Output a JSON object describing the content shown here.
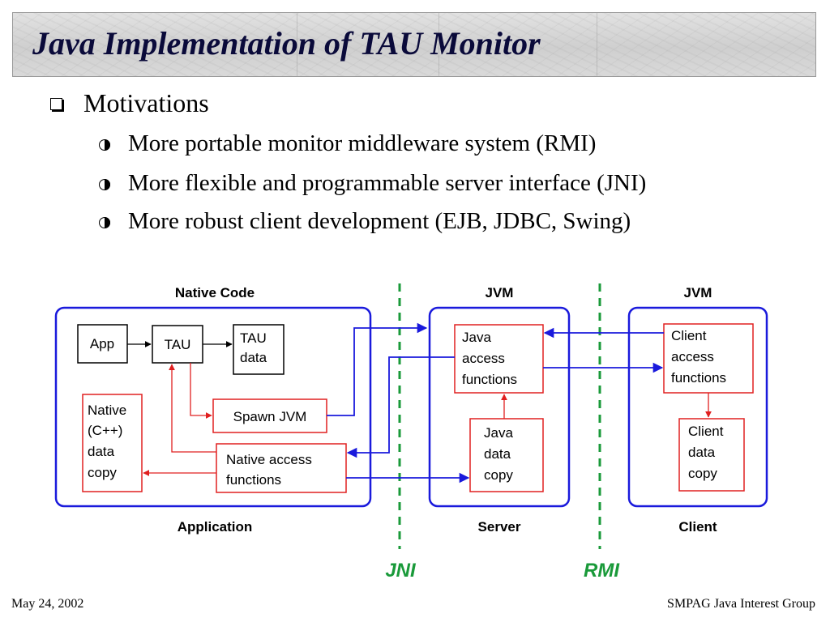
{
  "slide": {
    "title": "Java Implementation of TAU Monitor",
    "bullets": {
      "main": "Motivations",
      "sub": [
        "More portable monitor middleware system (RMI)",
        "More flexible and programmable server interface (JNI)",
        "More robust client development (EJB, JDBC, Swing)"
      ]
    },
    "footer": {
      "date": "May 24, 2002",
      "org": "SMPAG Java Interest Group"
    }
  },
  "diagram": {
    "headers": {
      "native_code": "Native Code",
      "jvm_server": "JVM",
      "jvm_client": "JVM"
    },
    "group_labels": {
      "application": "Application",
      "server": "Server",
      "client": "Client"
    },
    "boundaries": {
      "jni": "JNI",
      "rmi": "RMI"
    },
    "boxes": {
      "app": "App",
      "tau": "TAU",
      "tau_data": [
        "TAU",
        "data"
      ],
      "native_data": [
        "Native",
        "(C++)",
        "data",
        "copy"
      ],
      "spawn_jvm": "Spawn JVM",
      "native_access": [
        "Native access",
        "functions"
      ],
      "java_access": [
        "Java",
        "access",
        "functions"
      ],
      "java_data": [
        "Java",
        "data",
        "copy"
      ],
      "client_access": [
        "Client",
        "access",
        "functions"
      ],
      "client_data": [
        "Client",
        "data",
        "copy"
      ]
    },
    "colors": {
      "blue": "#1a1adc",
      "red": "#e02020",
      "green": "#1a9a3a",
      "black": "#000000"
    }
  }
}
